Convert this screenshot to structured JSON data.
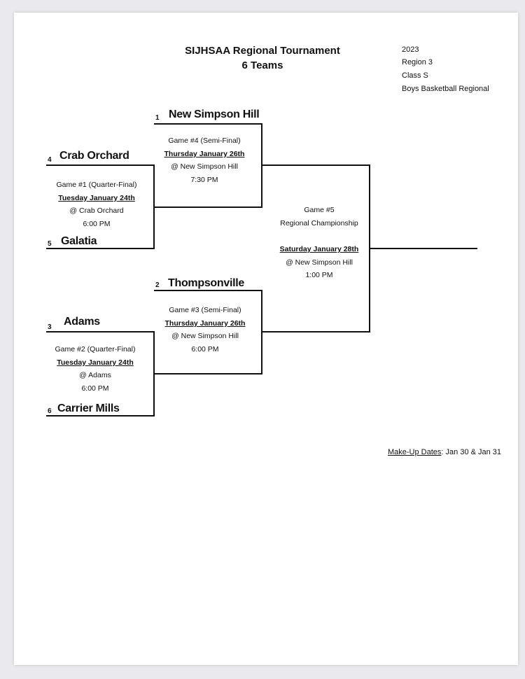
{
  "header": {
    "title": "SIJHSAA Regional Tournament",
    "subtitle": "6 Teams"
  },
  "meta": {
    "year": "2023",
    "region": "Region 3",
    "class": "Class S",
    "event": "Boys Basketball Regional"
  },
  "teams": [
    {
      "seed": "1",
      "name": "New Simpson Hill"
    },
    {
      "seed": "2",
      "name": "Thompsonville"
    },
    {
      "seed": "3",
      "name": "Adams"
    },
    {
      "seed": "4",
      "name": "Crab Orchard"
    },
    {
      "seed": "5",
      "name": "Galatia"
    },
    {
      "seed": "6",
      "name": "Carrier Mills"
    }
  ],
  "games": {
    "g1": {
      "title": "Game #1 (Quarter-Final)",
      "date": "Tuesday January 24th",
      "venue": "@ Crab Orchard",
      "time": "6:00 PM"
    },
    "g2": {
      "title": "Game #2 (Quarter-Final)",
      "date": "Tuesday January 24th",
      "venue": "@ Adams",
      "time": "6:00 PM"
    },
    "g3": {
      "title": "Game #3 (Semi-Final)",
      "date": "Thursday January 26th",
      "venue": "@ New Simpson Hill",
      "time": "6:00 PM"
    },
    "g4": {
      "title": "Game #4 (Semi-Final)",
      "date": "Thursday January 26th",
      "venue": "@ New Simpson Hill",
      "time": "7:30 PM"
    },
    "g5": {
      "title": "Game #5",
      "subtitle": "Regional Championship",
      "date": "Saturday January 28th",
      "venue": "@ New Simpson Hill",
      "time": "1:00 PM"
    }
  },
  "footer": {
    "makeup_label": "Make-Up Dates",
    "makeup_value": ": Jan 30 & Jan 31"
  }
}
